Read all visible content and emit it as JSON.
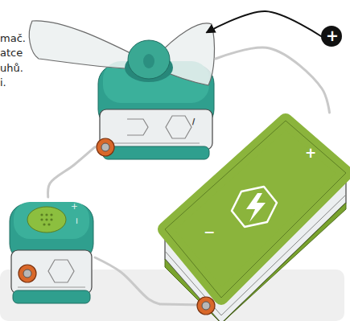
{
  "diagram": {
    "nodes": [
      {
        "text": [
          "−"
        ]
      },
      {
        "text": [
          "+"
        ]
      },
      {
        "text": [
          "+",
          "−"
        ]
      },
      {
        "text": [
          "+",
          "−"
        ]
      }
    ],
    "edges": [
      {
        "from": 1,
        "to": 0,
        "arrow": "to"
      },
      {
        "from": 0,
        "to": 2,
        "arrow": "none"
      },
      {
        "from": 0,
        "to": 3,
        "arrow": "none"
      },
      {
        "from": 3,
        "to": 2,
        "arrow": "none"
      }
    ],
    "labels": [
      "mač.",
      "atce",
      "uhů.",
      "i."
    ]
  }
}
